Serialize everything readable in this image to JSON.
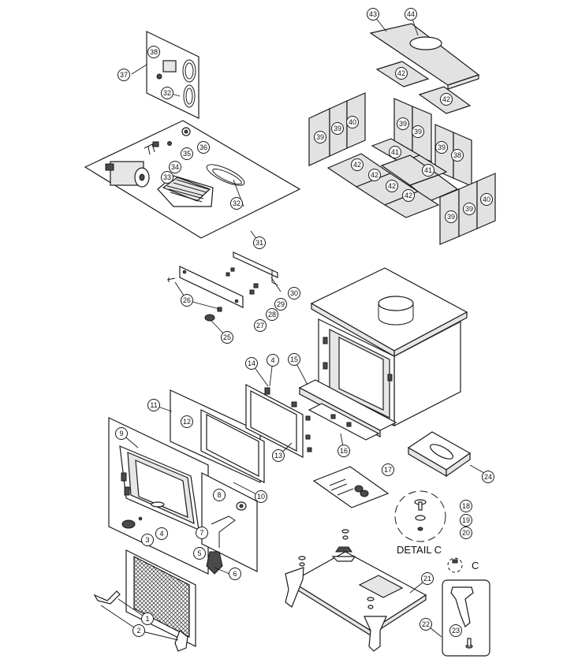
{
  "figure": {
    "detail_label": "DETAIL C",
    "detail_ref": "C"
  },
  "callouts": [
    {
      "id": "c43",
      "number": "43"
    },
    {
      "id": "c44",
      "number": "44"
    },
    {
      "id": "c42a",
      "number": "42"
    },
    {
      "id": "c42b",
      "number": "42"
    },
    {
      "id": "c39a",
      "number": "39"
    },
    {
      "id": "c39b",
      "number": "39"
    },
    {
      "id": "c40a",
      "number": "40"
    },
    {
      "id": "c39c",
      "number": "39"
    },
    {
      "id": "c39d",
      "number": "39"
    },
    {
      "id": "c39e",
      "number": "39"
    },
    {
      "id": "c38",
      "number": "38"
    },
    {
      "id": "c41a",
      "number": "41"
    },
    {
      "id": "c41b",
      "number": "41"
    },
    {
      "id": "c42c",
      "number": "42"
    },
    {
      "id": "c42d",
      "number": "42"
    },
    {
      "id": "c42e",
      "number": "42"
    },
    {
      "id": "c42f",
      "number": "42"
    },
    {
      "id": "c39f",
      "number": "39"
    },
    {
      "id": "c39g",
      "number": "39"
    },
    {
      "id": "c40b",
      "number": "40"
    },
    {
      "id": "c37",
      "number": "37"
    },
    {
      "id": "c38b",
      "number": "38"
    },
    {
      "id": "c32a",
      "number": "32"
    },
    {
      "id": "c36",
      "number": "36"
    },
    {
      "id": "c35",
      "number": "35"
    },
    {
      "id": "c34",
      "number": "34"
    },
    {
      "id": "c33",
      "number": "33"
    },
    {
      "id": "c32b",
      "number": "32"
    },
    {
      "id": "c31",
      "number": "31"
    },
    {
      "id": "c30",
      "number": "30"
    },
    {
      "id": "c29",
      "number": "29"
    },
    {
      "id": "c28",
      "number": "28"
    },
    {
      "id": "c26",
      "number": "26"
    },
    {
      "id": "c27",
      "number": "27"
    },
    {
      "id": "c25",
      "number": "25"
    },
    {
      "id": "c14",
      "number": "14"
    },
    {
      "id": "c4a",
      "number": "4"
    },
    {
      "id": "c15",
      "number": "15"
    },
    {
      "id": "c11",
      "number": "11"
    },
    {
      "id": "c12",
      "number": "12"
    },
    {
      "id": "c13",
      "number": "13"
    },
    {
      "id": "c16",
      "number": "16"
    },
    {
      "id": "c24",
      "number": "24"
    },
    {
      "id": "c9",
      "number": "9"
    },
    {
      "id": "c10",
      "number": "10"
    },
    {
      "id": "c17",
      "number": "17"
    },
    {
      "id": "c18",
      "number": "18"
    },
    {
      "id": "c19",
      "number": "19"
    },
    {
      "id": "c20",
      "number": "20"
    },
    {
      "id": "c8",
      "number": "8"
    },
    {
      "id": "c7",
      "number": "7"
    },
    {
      "id": "c3",
      "number": "3"
    },
    {
      "id": "c4b",
      "number": "4"
    },
    {
      "id": "c5",
      "number": "5"
    },
    {
      "id": "c6",
      "number": "6"
    },
    {
      "id": "c21",
      "number": "21"
    },
    {
      "id": "c1",
      "number": "1"
    },
    {
      "id": "c2",
      "number": "2"
    },
    {
      "id": "c22",
      "number": "22"
    },
    {
      "id": "c23",
      "number": "23"
    }
  ]
}
